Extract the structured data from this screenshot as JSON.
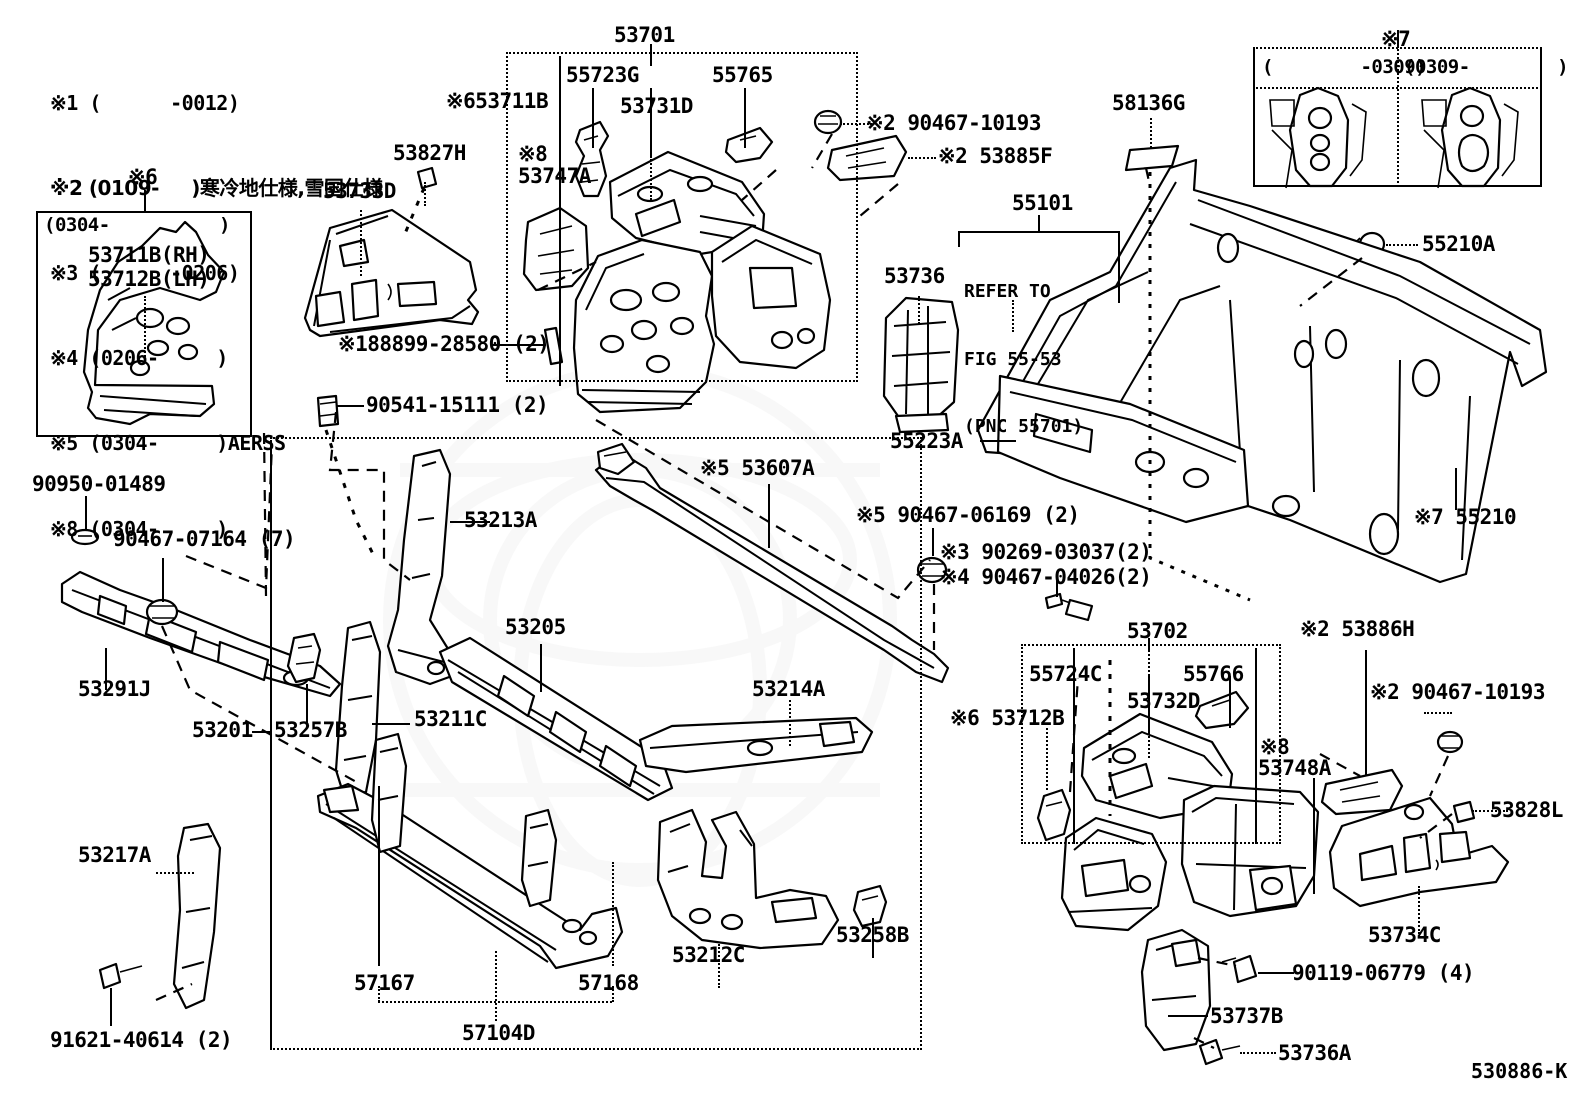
{
  "diagram": {
    "id": "530886-K",
    "footnotes": [
      "※1 (      -0012)",
      "※2 (0109-     )寒冷地仕様,雪国仕様",
      "※3 (      -0206)",
      "※4 (0206-     )",
      "※5 (0304-     )AERSS",
      "※8 (0304-     )"
    ]
  },
  "inset_left": {
    "marker": "※6",
    "range": "(0304-          )",
    "part_rh": "53711B(RH)",
    "part_lh": "53712B(LH)"
  },
  "inset_right": {
    "marker": "※7",
    "col1": "(        -0309)",
    "col2": "(0309-        )"
  },
  "reference": {
    "part": "55101",
    "line1": "REFER TO",
    "line2": "FIG 55-53",
    "line3": "(PNC 55701)"
  },
  "labels": [
    {
      "id": "l01",
      "text": "53701"
    },
    {
      "id": "l02",
      "text": "55723G"
    },
    {
      "id": "l03",
      "text": "55765"
    },
    {
      "id": "l04",
      "text": "53731D"
    },
    {
      "id": "l05",
      "text": "※653711B"
    },
    {
      "id": "l06",
      "text": "※8"
    },
    {
      "id": "l07",
      "text": "53747A"
    },
    {
      "id": "l08",
      "text": "53827H"
    },
    {
      "id": "l09",
      "text": "53733D"
    },
    {
      "id": "l10",
      "text": "※188899-28580 (2)"
    },
    {
      "id": "l11",
      "text": "※2 90467-10193"
    },
    {
      "id": "l12",
      "text": "※2 53885F"
    },
    {
      "id": "l13",
      "text": "58136G"
    },
    {
      "id": "l14",
      "text": "55210A"
    },
    {
      "id": "l15",
      "text": "53736"
    },
    {
      "id": "l16",
      "text": "55223A"
    },
    {
      "id": "l17",
      "text": "※7 55210"
    },
    {
      "id": "l18",
      "text": "90541-15111 (2)"
    },
    {
      "id": "l19",
      "text": "90950-01489"
    },
    {
      "id": "l20",
      "text": "90467-07164 (7)"
    },
    {
      "id": "l21",
      "text": "53291J"
    },
    {
      "id": "l22",
      "text": "53201"
    },
    {
      "id": "l23",
      "text": "53257B"
    },
    {
      "id": "l24",
      "text": "53213A"
    },
    {
      "id": "l25",
      "text": "53205"
    },
    {
      "id": "l26",
      "text": "53211C"
    },
    {
      "id": "l27",
      "text": "※5 53607A"
    },
    {
      "id": "l28",
      "text": "※5 90467-06169 (2)"
    },
    {
      "id": "l29",
      "text": "※3 90269-03037(2)"
    },
    {
      "id": "l30",
      "text": "※4 90467-04026(2)"
    },
    {
      "id": "l31",
      "text": "53214A"
    },
    {
      "id": "l32",
      "text": "53217A"
    },
    {
      "id": "l33",
      "text": "91621-40614 (2)"
    },
    {
      "id": "l34",
      "text": "57167"
    },
    {
      "id": "l35",
      "text": "57168"
    },
    {
      "id": "l36",
      "text": "57104D"
    },
    {
      "id": "l37",
      "text": "53212C"
    },
    {
      "id": "l38",
      "text": "53258B"
    },
    {
      "id": "l39",
      "text": "53702"
    },
    {
      "id": "l40",
      "text": "55724C"
    },
    {
      "id": "l41",
      "text": "55766"
    },
    {
      "id": "l42",
      "text": "53732D"
    },
    {
      "id": "l43",
      "text": "※6 53712B"
    },
    {
      "id": "l44",
      "text": "※8"
    },
    {
      "id": "l45",
      "text": "53748A"
    },
    {
      "id": "l46",
      "text": "※2 53886H"
    },
    {
      "id": "l47",
      "text": "※2 90467-10193"
    },
    {
      "id": "l48",
      "text": "53828L"
    },
    {
      "id": "l49",
      "text": "53734C"
    },
    {
      "id": "l50",
      "text": "90119-06779 (4)"
    },
    {
      "id": "l51",
      "text": "53737B"
    },
    {
      "id": "l52",
      "text": "53736A"
    }
  ]
}
